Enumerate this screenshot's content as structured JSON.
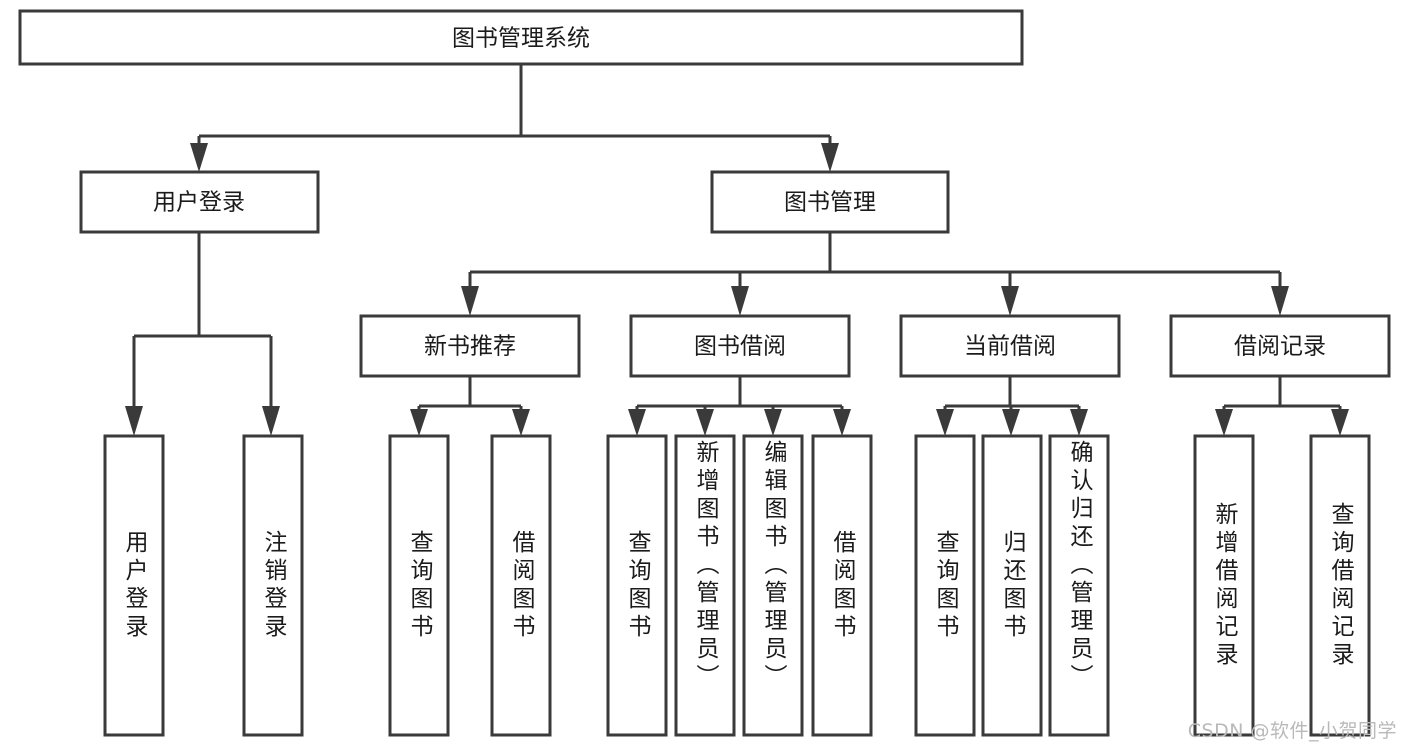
{
  "diagram": {
    "title": "图书管理系统",
    "type": "tree-hierarchy-chart",
    "root": {
      "id": "root",
      "label": "图书管理系统"
    },
    "level2": [
      {
        "id": "user-login",
        "label": "用户登录"
      },
      {
        "id": "book-management",
        "label": "图书管理"
      }
    ],
    "level3": [
      {
        "id": "new-book-recommend",
        "label": "新书推荐",
        "parent": "book-management"
      },
      {
        "id": "book-borrow",
        "label": "图书借阅",
        "parent": "book-management"
      },
      {
        "id": "current-borrow",
        "label": "当前借阅",
        "parent": "book-management"
      },
      {
        "id": "borrow-record",
        "label": "借阅记录",
        "parent": "book-management"
      }
    ],
    "leaves": {
      "user-login": [
        {
          "id": "leaf-user-login",
          "label": "用户登录"
        },
        {
          "id": "leaf-logout-login",
          "label": "注销登录"
        }
      ],
      "new-book-recommend": [
        {
          "id": "leaf-query-book-1",
          "label": "查询图书"
        },
        {
          "id": "leaf-borrow-book-1",
          "label": "借阅图书"
        }
      ],
      "book-borrow": [
        {
          "id": "leaf-query-book-2",
          "label": "查询图书"
        },
        {
          "id": "leaf-add-book-admin",
          "label": "新增图书（管理员）"
        },
        {
          "id": "leaf-edit-book-admin",
          "label": "编辑图书（管理员）"
        },
        {
          "id": "leaf-borrow-book-2",
          "label": "借阅图书"
        }
      ],
      "current-borrow": [
        {
          "id": "leaf-query-book-3",
          "label": "查询图书"
        },
        {
          "id": "leaf-return-book",
          "label": "归还图书"
        },
        {
          "id": "leaf-confirm-return-admin",
          "label": "确认归还（管理员）"
        }
      ],
      "borrow-record": [
        {
          "id": "leaf-add-borrow-record",
          "label": "新增借阅记录"
        },
        {
          "id": "leaf-query-borrow-record",
          "label": "查询借阅记录"
        }
      ]
    }
  },
  "watermark": {
    "text": "CSDN @软件_小贺同学"
  },
  "colors": {
    "background": "#ffffff",
    "box_fill": "#ffffff",
    "box_stroke": "#3a3a3a",
    "text": "#1b1b1b",
    "watermark": "#b9b9b9"
  }
}
